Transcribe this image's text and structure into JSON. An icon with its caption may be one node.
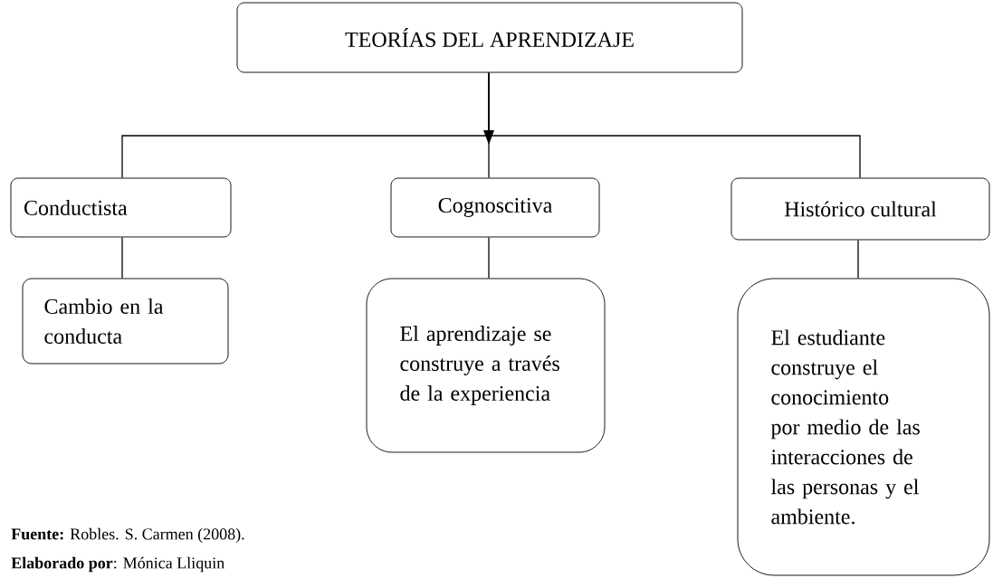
{
  "diagram": {
    "nodes": [
      {
        "text": [
          "TEORÍAS DEL APRENDIZAJE"
        ]
      },
      {
        "text": [
          "Conductista"
        ]
      },
      {
        "text": [
          "Cognoscitiva"
        ]
      },
      {
        "text": [
          "Histórico cultural"
        ]
      },
      {
        "text": [
          "Cambio en la conducta"
        ]
      },
      {
        "text": [
          "El aprendizaje se construye a través de la experiencia"
        ]
      },
      {
        "text": [
          "El estudiante construye el conocimiento por medio de las interacciones de las personas y el ambiente."
        ]
      }
    ],
    "edges": [
      {
        "from": 0,
        "to": 1,
        "arrow": "none"
      },
      {
        "from": 0,
        "to": 2,
        "arrow": "to"
      },
      {
        "from": 0,
        "to": 3,
        "arrow": "none"
      },
      {
        "from": 1,
        "to": 4,
        "arrow": "none"
      },
      {
        "from": 2,
        "to": 5,
        "arrow": "none"
      },
      {
        "from": 3,
        "to": 6,
        "arrow": "none"
      }
    ],
    "labels": [
      "**Fuente:** Robles. S. Carmen (2008).",
      "**Elaborado por**: Mónica Lliquin"
    ]
  }
}
